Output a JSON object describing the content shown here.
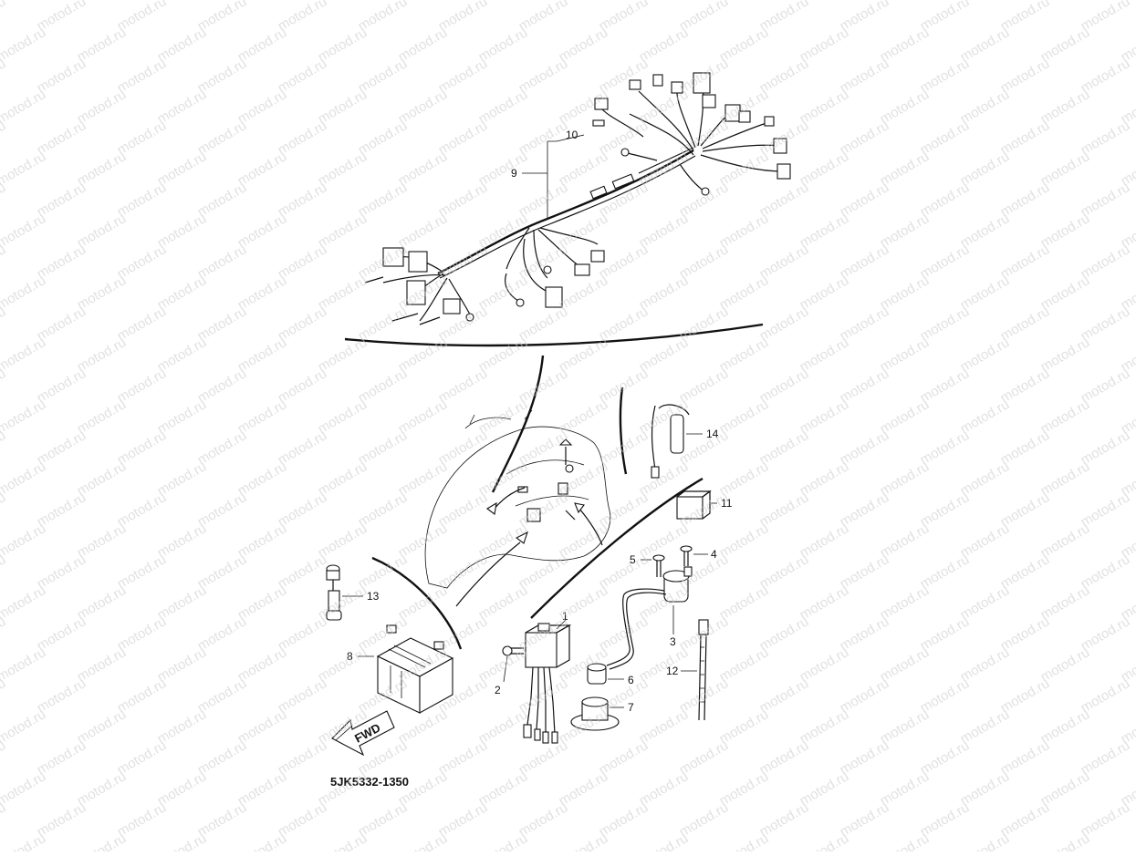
{
  "diagram": {
    "code": "5JK5332-1350",
    "fwd_label": "FWD",
    "watermark_text": "motod.ru",
    "callouts": [
      {
        "id": "1",
        "label": "1"
      },
      {
        "id": "2",
        "label": "2"
      },
      {
        "id": "3",
        "label": "3"
      },
      {
        "id": "4",
        "label": "4"
      },
      {
        "id": "5",
        "label": "5"
      },
      {
        "id": "6",
        "label": "6"
      },
      {
        "id": "7",
        "label": "7"
      },
      {
        "id": "8",
        "label": "8"
      },
      {
        "id": "9",
        "label": "9"
      },
      {
        "id": "10",
        "label": "10"
      },
      {
        "id": "11",
        "label": "11"
      },
      {
        "id": "12",
        "label": "12"
      },
      {
        "id": "13",
        "label": "13"
      },
      {
        "id": "14",
        "label": "14"
      }
    ]
  }
}
